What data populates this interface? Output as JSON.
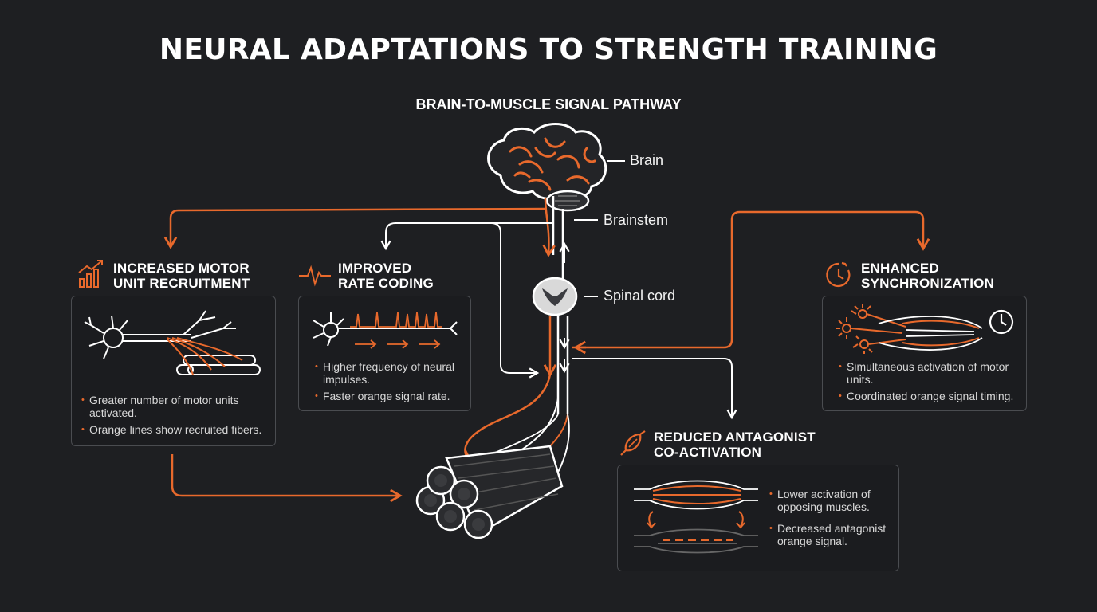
{
  "title": "NEURAL ADAPTATIONS TO STRENGTH TRAINING",
  "subtitle": "BRAIN-TO-MUSCLE SIGNAL PATHWAY",
  "colors": {
    "background": "#1e1f22",
    "accent": "#e8692c",
    "line": "#ffffff",
    "panel_border": "#4a4c50"
  },
  "pathway_labels": {
    "brain": "Brain",
    "brainstem": "Brainstem",
    "spinal_cord": "Spinal cord"
  },
  "sections": {
    "recruitment": {
      "icon": "bar-chart-trend-icon",
      "heading_line1": "INCREASED MOTOR",
      "heading_line2": "UNIT RECRUITMENT",
      "bullets": [
        "Greater number of motor units activated.",
        "Orange lines show recruited fibers."
      ]
    },
    "rate_coding": {
      "icon": "pulse-wave-icon",
      "heading_line1": "IMPROVED",
      "heading_line2": "RATE CODING",
      "bullets": [
        "Higher frequency of neural impulses.",
        "Faster orange signal rate."
      ]
    },
    "synchronization": {
      "icon": "clock-icon",
      "heading_line1": "ENHANCED",
      "heading_line2": "SYNCHRONIZATION",
      "bullets": [
        "Simultaneous activation of motor units.",
        "Coordinated orange signal timing."
      ]
    },
    "antagonist": {
      "icon": "muscle-icon",
      "heading_line1": "REDUCED ANTAGONIST",
      "heading_line2": "CO-ACTIVATION",
      "bullets": [
        "Lower activation of opposing muscles.",
        "Decreased antagonist orange signal."
      ]
    }
  }
}
